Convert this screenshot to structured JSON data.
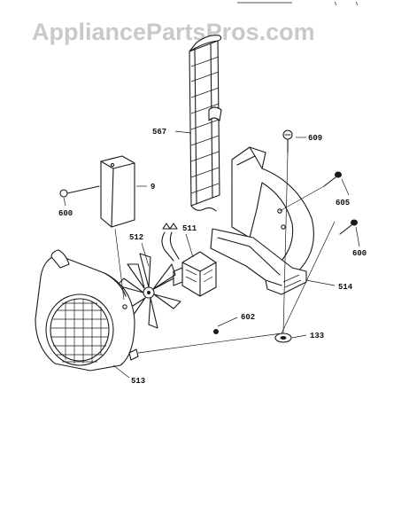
{
  "watermark": "AppliancePartsPros.com",
  "colors": {
    "ink": "#1a1a1a",
    "watermark": "#c9c9c9",
    "background": "#ffffff"
  },
  "callouts": [
    {
      "id": "567",
      "text": "567"
    },
    {
      "id": "609",
      "text": "609"
    },
    {
      "id": "9",
      "text": "9"
    },
    {
      "id": "605",
      "text": "605"
    },
    {
      "id": "600",
      "text": "600"
    },
    {
      "id": "512",
      "text": "512"
    },
    {
      "id": "511",
      "text": "511"
    },
    {
      "id": "600b",
      "text": "600"
    },
    {
      "id": "514",
      "text": "514"
    },
    {
      "id": "602",
      "text": "602"
    },
    {
      "id": "133",
      "text": "133"
    },
    {
      "id": "513",
      "text": "513"
    }
  ]
}
